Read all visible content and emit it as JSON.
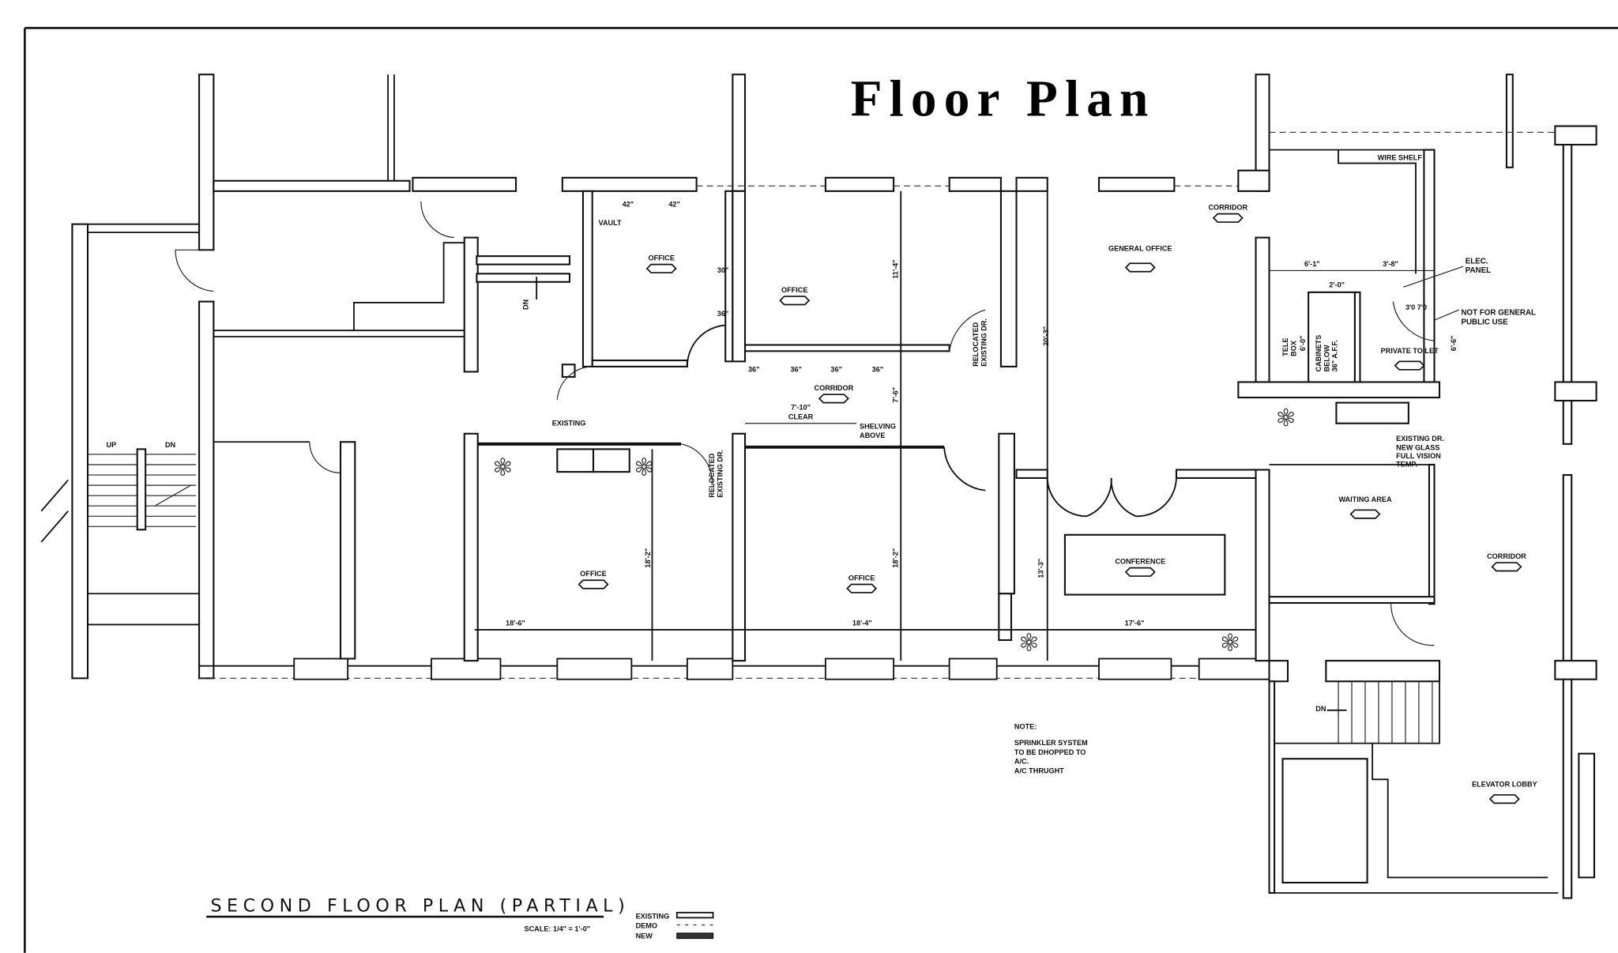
{
  "title": "Floor Plan",
  "sheet": {
    "title": "SECOND FLOOR PLAN (PARTIAL)",
    "scale": "SCALE: 1/4\" = 1'-0\"",
    "legend": [
      {
        "label": "EXISTING",
        "style": "solid-outline"
      },
      {
        "label": "DEMO",
        "style": "dashed"
      },
      {
        "label": "NEW",
        "style": "filled-hatch"
      }
    ]
  },
  "rooms": [
    {
      "name": "OFFICE"
    },
    {
      "name": "OFFICE"
    },
    {
      "name": "GENERAL OFFICE"
    },
    {
      "name": "CORRIDOR"
    },
    {
      "name": "CORRIDOR"
    },
    {
      "name": "OFFICE"
    },
    {
      "name": "OFFICE"
    },
    {
      "name": "CONFERENCE"
    },
    {
      "name": "WAITING AREA"
    },
    {
      "name": "CORRIDOR"
    },
    {
      "name": "PRIVATE TOILET"
    },
    {
      "name": "ELEVATOR LOBBY"
    },
    {
      "name": "VAULT"
    }
  ],
  "dimensions": {
    "vault_a": "42\"",
    "vault_b": "42\"",
    "d30": "30\"",
    "d36a": "36\"",
    "shelf1": "36\"",
    "shelf2": "36\"",
    "shelf3": "36\"",
    "shelf4": "36\"",
    "clear": "7'-10\"",
    "clear_label": "CLEAR",
    "office210_h": "11'-4\"",
    "corridor_w": "7'-6\"",
    "general_h": "20'-3\"",
    "office207_h": "18'-2\"",
    "office206_h": "18'-2\"",
    "office207_w": "18'-6\"",
    "office206_w": "18'-4\"",
    "conference_w": "17'-6\"",
    "conference_h": "13'-3\"",
    "toilet_a": "6'-1\"",
    "toilet_b": "3'-8\"",
    "toilet_c": "2'-0\"",
    "toilet_h": "6'-0\"",
    "toilet_h2": "6'-6\"",
    "door_size": "3'0 7'0"
  },
  "annotations": {
    "existing": "EXISTING",
    "relocated_1": "RELOCATED",
    "relocated_1b": "EXISTING DR.",
    "relocated_2": "RELOCATED",
    "relocated_2b": "EXISTING DR.",
    "shelving_1": "SHELVING",
    "shelving_2": "ABOVE",
    "wire_shelf": "WIRE SHELF",
    "elec_1": "ELEC.",
    "elec_2": "PANEL",
    "public_1": "NOT FOR GENERAL",
    "public_2": "PUBLIC USE",
    "tele_1": "TELE",
    "tele_2": "BOX",
    "cab_1": "CABINETS",
    "cab_2": "BELOW",
    "cab_3": "36\" A.F.F.",
    "door_1": "EXISTING DR.",
    "door_2": "NEW GLASS",
    "door_3": "FULL VISION",
    "door_4": "TEMP.",
    "dn_1": "DN",
    "dn_2": "DN",
    "up_left": "UP",
    "dn_3": "DN"
  },
  "notes": {
    "heading": "NOTE:",
    "lines": [
      "SPRINKLER SYSTEM",
      "TO BE DHOPPED TO",
      "A/C.",
      "A/C THRUGHT"
    ]
  }
}
